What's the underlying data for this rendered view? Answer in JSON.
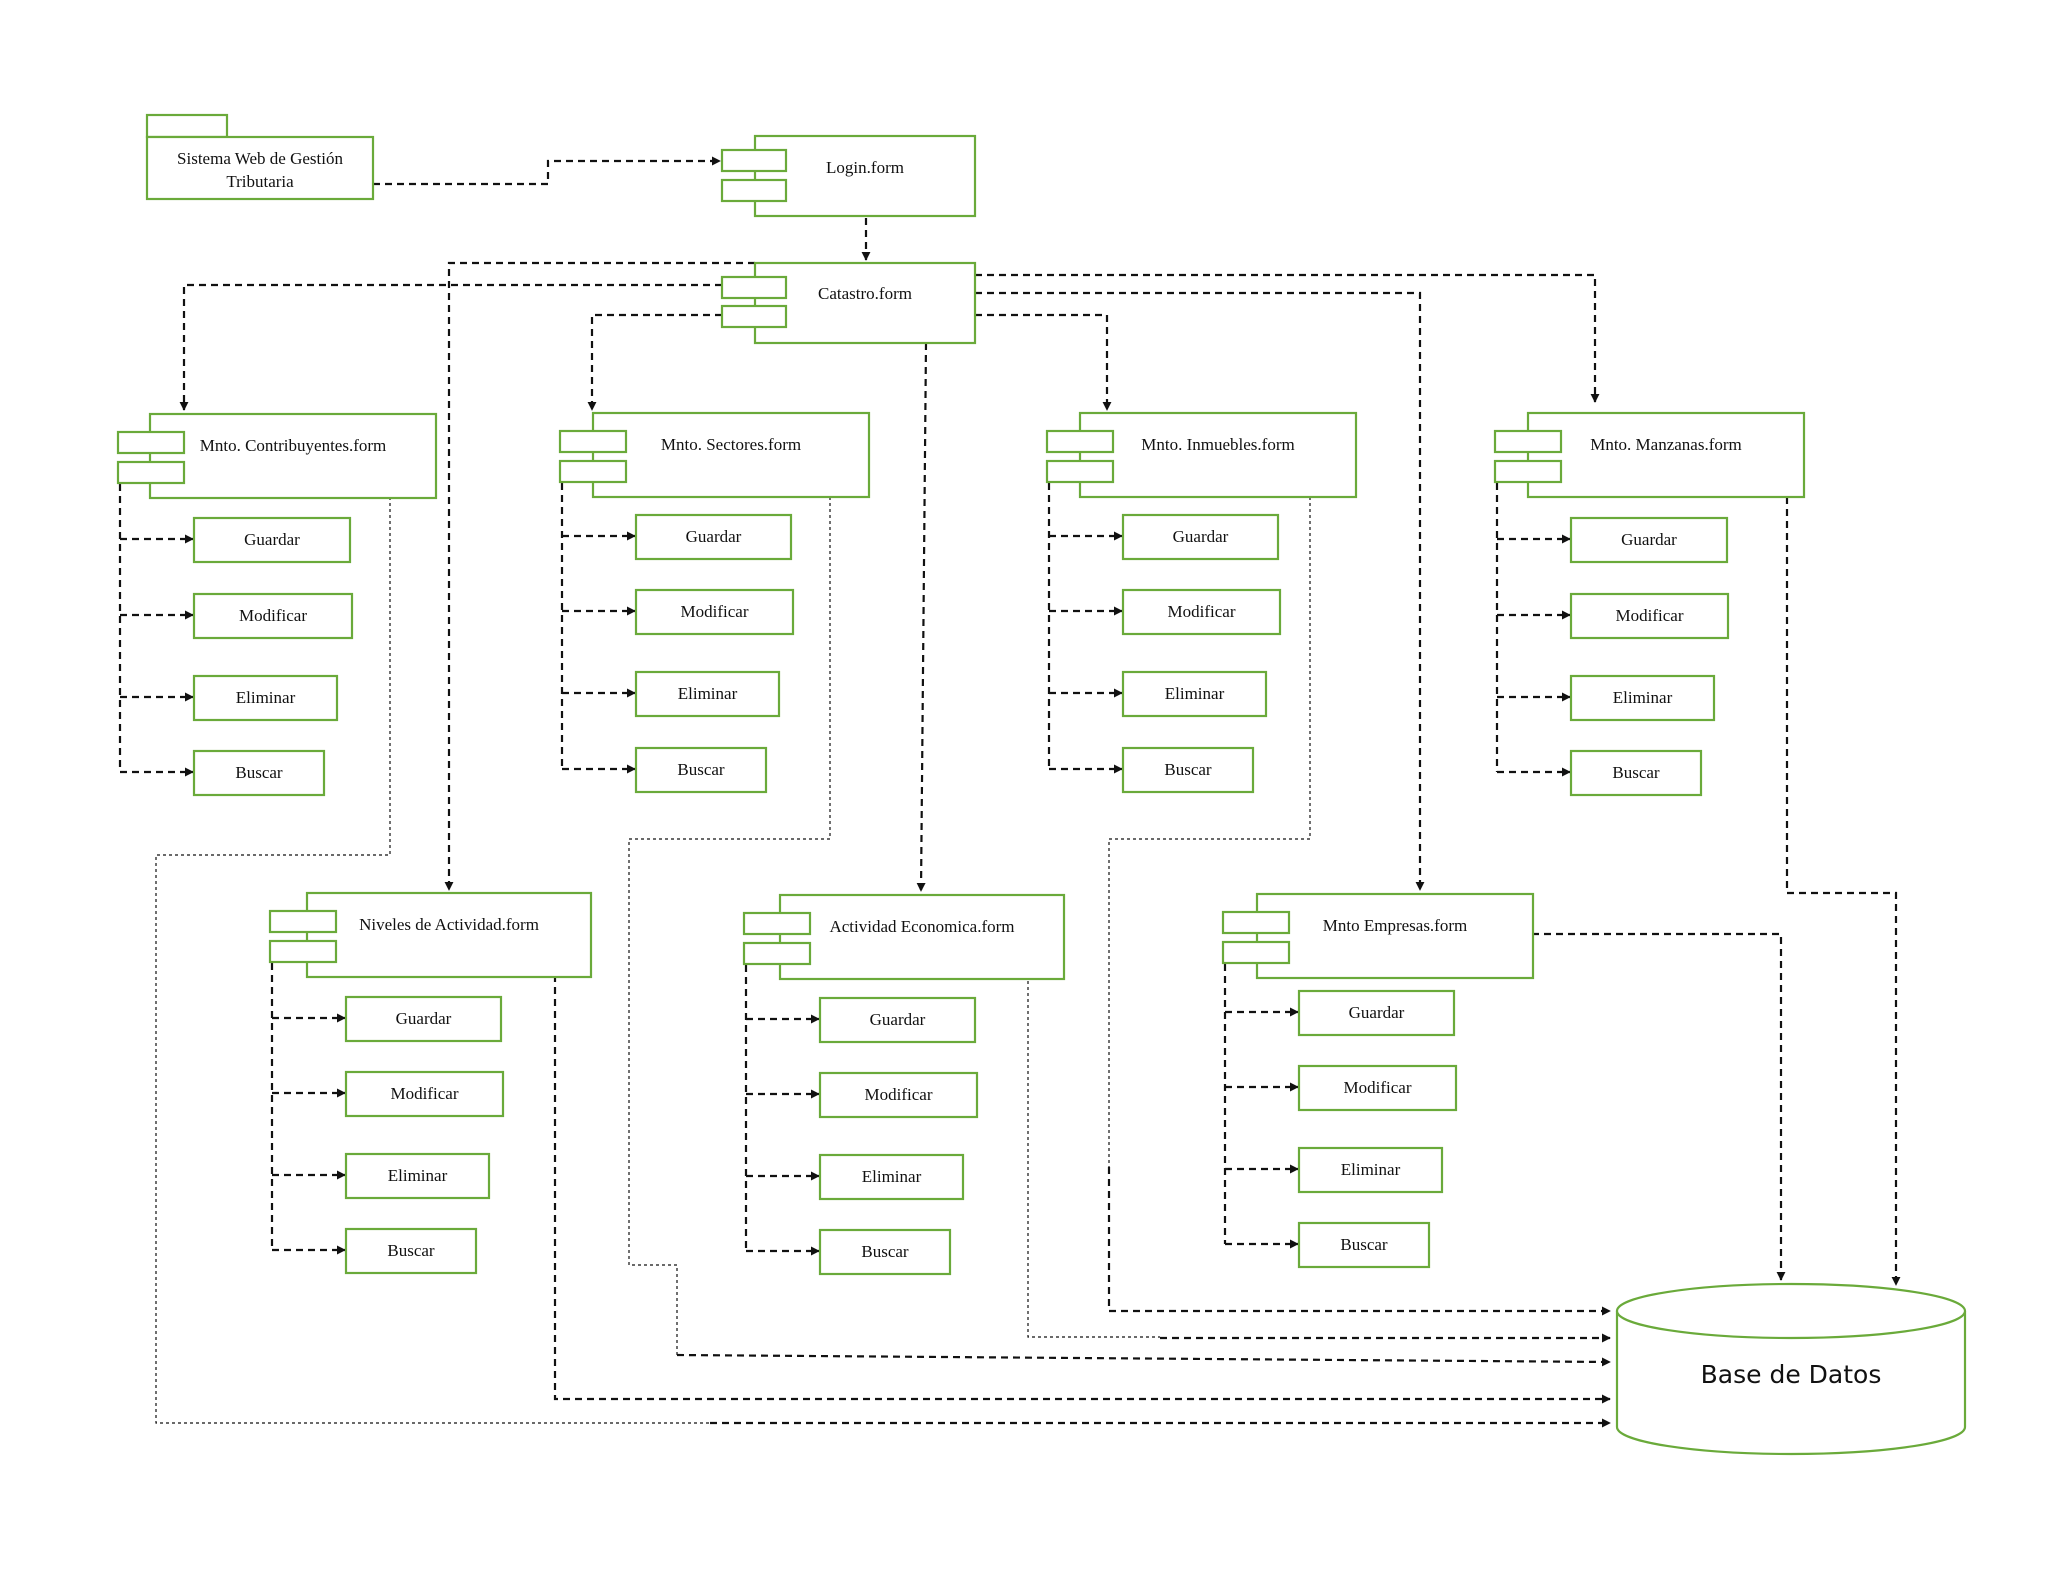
{
  "diagram": {
    "package": {
      "line1": "Sistema Web de Gestión",
      "line2": "Tributaria"
    },
    "login": "Login.form",
    "catastro": "Catastro.form",
    "forms": [
      {
        "label": "Mnto. Contribuyentes.form",
        "actions": [
          "Guardar",
          "Modificar",
          "Eliminar",
          "Buscar"
        ]
      },
      {
        "label": "Mnto. Sectores.form",
        "actions": [
          "Guardar",
          "Modificar",
          "Eliminar",
          "Buscar"
        ]
      },
      {
        "label": "Mnto. Inmuebles.form",
        "actions": [
          "Guardar",
          "Modificar",
          "Eliminar",
          "Buscar"
        ]
      },
      {
        "label": "Mnto. Manzanas.form",
        "actions": [
          "Guardar",
          "Modificar",
          "Eliminar",
          "Buscar"
        ]
      },
      {
        "label": "Niveles de Actividad.form",
        "actions": [
          "Guardar",
          "Modificar",
          "Eliminar",
          "Buscar"
        ]
      },
      {
        "label": "Actividad Economica.form",
        "actions": [
          "Guardar",
          "Modificar",
          "Eliminar",
          "Buscar"
        ]
      },
      {
        "label": "Mnto Empresas.form",
        "actions": [
          "Guardar",
          "Modificar",
          "Eliminar",
          "Buscar"
        ]
      }
    ],
    "database": "Base de Datos",
    "colors": {
      "component_stroke": "#6aaa3a",
      "connector": "#111111",
      "background": "#ffffff"
    }
  }
}
